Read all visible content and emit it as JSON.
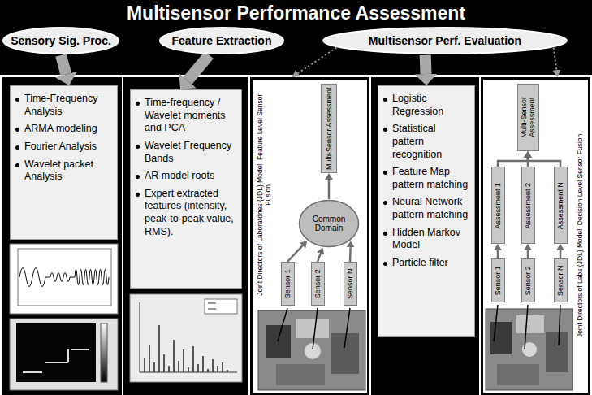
{
  "diagram": {
    "title": "Multisensor Performance Assessment",
    "nodes": [
      {
        "text": [
          "Sensory Sig. Proc."
        ]
      },
      {
        "text": [
          "Feature Extraction"
        ]
      },
      {
        "text": [
          "Multisensor Perf. Evaluation"
        ]
      },
      {
        "text": [
          "Time-Frequency Analysis",
          "ARMA modeling",
          "Fourier Analysis",
          "Wavelet packet Analysis"
        ]
      },
      {
        "text": [
          "Time-frequency / Wavelet moments and PCA",
          "Wavelet Frequency Bands",
          "AR model roots",
          "Expert extracted features (intensity, peak-to-peak value, RMS)."
        ]
      },
      {
        "text": [
          "Joint Directors of Laboratories (JDL) Model: Feature Level Sensor Fusion"
        ]
      },
      {
        "text": [
          "Multi-Sensor Assessment"
        ],
        "in": 5
      },
      {
        "text": [
          "Common Domain"
        ],
        "in": 5
      },
      {
        "text": [
          "Sensor 1"
        ],
        "in": 5
      },
      {
        "text": [
          "Sensor 2"
        ],
        "in": 5
      },
      {
        "text": [
          "Sensor N"
        ],
        "in": 5
      },
      {
        "text": [
          "Logistic Regression",
          "Statistical pattern recognition",
          "Feature Map pattern matching",
          "Neural Network pattern matching",
          "Hidden Markov Model",
          "Particle filter"
        ]
      },
      {
        "text": [
          "Joint Directors of Labs (JDL) Model: Decision Level Sensor Fusion"
        ]
      },
      {
        "text": [
          "Multi-Sensor Assessment"
        ],
        "in": 12
      },
      {
        "text": [
          "Assessment 1"
        ],
        "in": 12
      },
      {
        "text": [
          "Assessment 2"
        ],
        "in": 12
      },
      {
        "text": [
          "Assessment N"
        ],
        "in": 12
      },
      {
        "text": [
          "Sensor 1"
        ],
        "in": 12
      },
      {
        "text": [
          "Sensor 2"
        ],
        "in": 12
      },
      {
        "text": [
          "Sensor N"
        ],
        "in": 12
      }
    ],
    "edges": [
      {
        "from": 0,
        "to": 3,
        "arrow": "to"
      },
      {
        "from": 1,
        "to": 4,
        "arrow": "to"
      },
      {
        "from": 2,
        "to": 5,
        "arrow": "to"
      },
      {
        "from": 2,
        "to": 11,
        "arrow": "to"
      },
      {
        "from": 2,
        "to": 12,
        "arrow": "to"
      },
      {
        "from": 8,
        "to": 7,
        "arrow": "to"
      },
      {
        "from": 9,
        "to": 7,
        "arrow": "to"
      },
      {
        "from": 10,
        "to": 7,
        "arrow": "to"
      },
      {
        "from": 7,
        "to": 6,
        "arrow": "to"
      },
      {
        "from": 17,
        "to": 14,
        "arrow": "to"
      },
      {
        "from": 18,
        "to": 15,
        "arrow": "to"
      },
      {
        "from": 19,
        "to": 16,
        "arrow": "to"
      },
      {
        "from": 14,
        "to": 13,
        "arrow": "to"
      },
      {
        "from": 15,
        "to": 13,
        "arrow": "to"
      },
      {
        "from": 16,
        "to": 13,
        "arrow": "to"
      }
    ]
  }
}
